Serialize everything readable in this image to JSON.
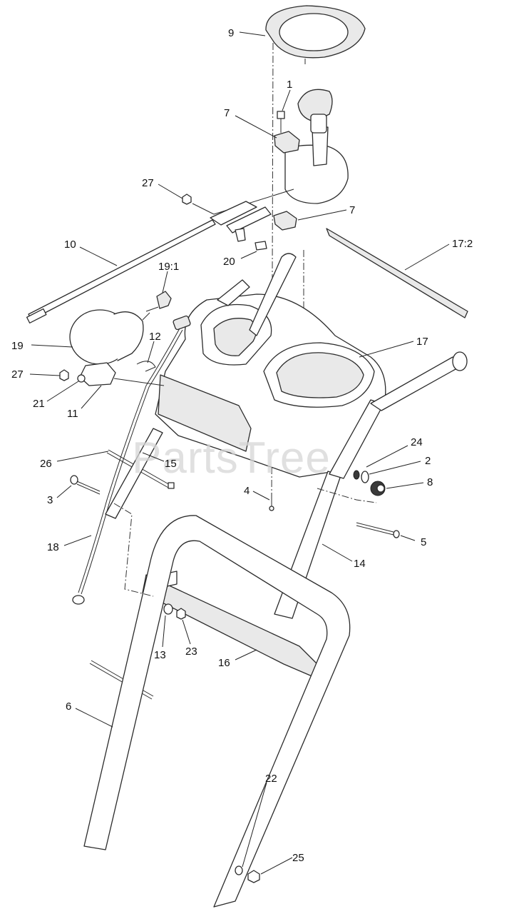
{
  "watermark": "PartsTree",
  "callouts": [
    {
      "id": "c9",
      "text": "9"
    },
    {
      "id": "c1",
      "text": "1"
    },
    {
      "id": "c7a",
      "text": "7"
    },
    {
      "id": "c27a",
      "text": "27"
    },
    {
      "id": "c7b",
      "text": "7"
    },
    {
      "id": "c10",
      "text": "10"
    },
    {
      "id": "c17_2",
      "text": "17:2"
    },
    {
      "id": "c20",
      "text": "20"
    },
    {
      "id": "c19_1",
      "text": "19:1"
    },
    {
      "id": "c19",
      "text": "19"
    },
    {
      "id": "c12",
      "text": "12"
    },
    {
      "id": "c17",
      "text": "17"
    },
    {
      "id": "c27b",
      "text": "27"
    },
    {
      "id": "c21",
      "text": "21"
    },
    {
      "id": "c11",
      "text": "11"
    },
    {
      "id": "c24",
      "text": "24"
    },
    {
      "id": "c2",
      "text": "2"
    },
    {
      "id": "c26",
      "text": "26"
    },
    {
      "id": "c15",
      "text": "15"
    },
    {
      "id": "c8",
      "text": "8"
    },
    {
      "id": "c3",
      "text": "3"
    },
    {
      "id": "c4",
      "text": "4"
    },
    {
      "id": "c5",
      "text": "5"
    },
    {
      "id": "c18",
      "text": "18"
    },
    {
      "id": "c14",
      "text": "14"
    },
    {
      "id": "c13",
      "text": "13"
    },
    {
      "id": "c23",
      "text": "23"
    },
    {
      "id": "c16",
      "text": "16"
    },
    {
      "id": "c6",
      "text": "6"
    },
    {
      "id": "c22",
      "text": "22"
    },
    {
      "id": "c25",
      "text": "25"
    }
  ]
}
